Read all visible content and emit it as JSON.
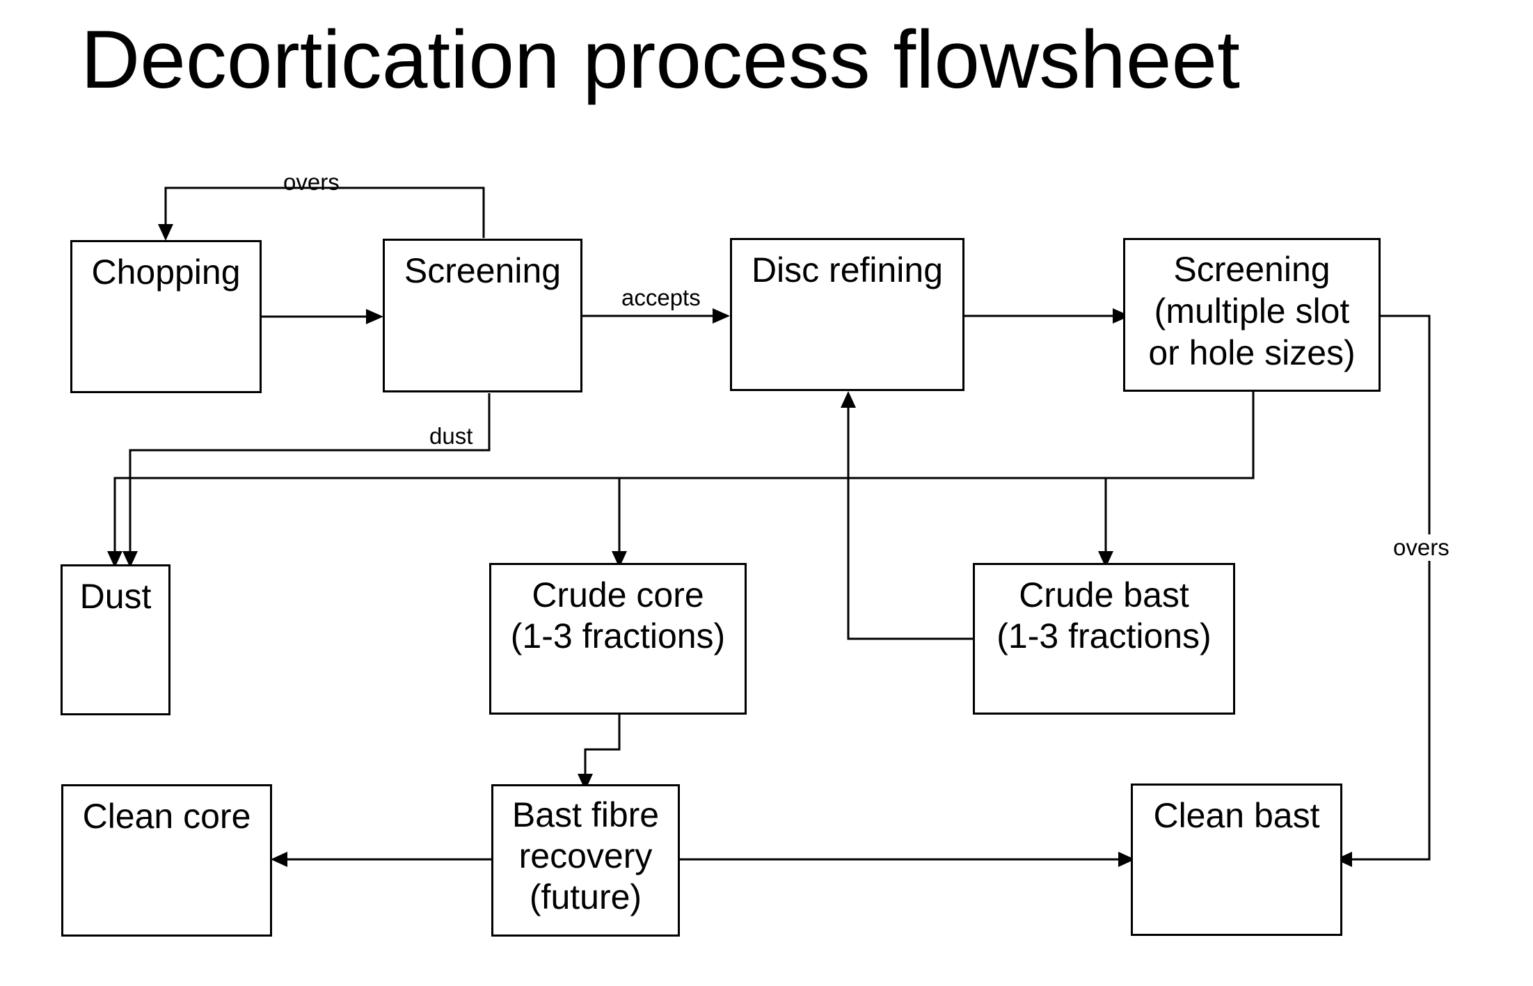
{
  "title": "Decortication process flowsheet",
  "nodes": {
    "chopping": {
      "lines": [
        "Chopping"
      ]
    },
    "screening1": {
      "lines": [
        "Screening"
      ]
    },
    "disc_refining": {
      "lines": [
        "Disc refining"
      ]
    },
    "screening2": {
      "lines": [
        "Screening",
        "(multiple slot",
        "or hole sizes)"
      ]
    },
    "dust": {
      "lines": [
        "Dust"
      ]
    },
    "crude_core": {
      "lines": [
        "Crude core",
        "(1-3 fractions)"
      ]
    },
    "crude_bast": {
      "lines": [
        "Crude bast",
        "(1-3 fractions)"
      ]
    },
    "clean_core": {
      "lines": [
        "Clean core"
      ]
    },
    "bast_fibre_recovery": {
      "lines": [
        "Bast fibre",
        "recovery",
        "(future)"
      ]
    },
    "clean_bast": {
      "lines": [
        "Clean bast"
      ]
    }
  },
  "edge_labels": {
    "overs_top": "overs",
    "accepts": "accepts",
    "dust": "dust",
    "overs_right": "overs"
  }
}
